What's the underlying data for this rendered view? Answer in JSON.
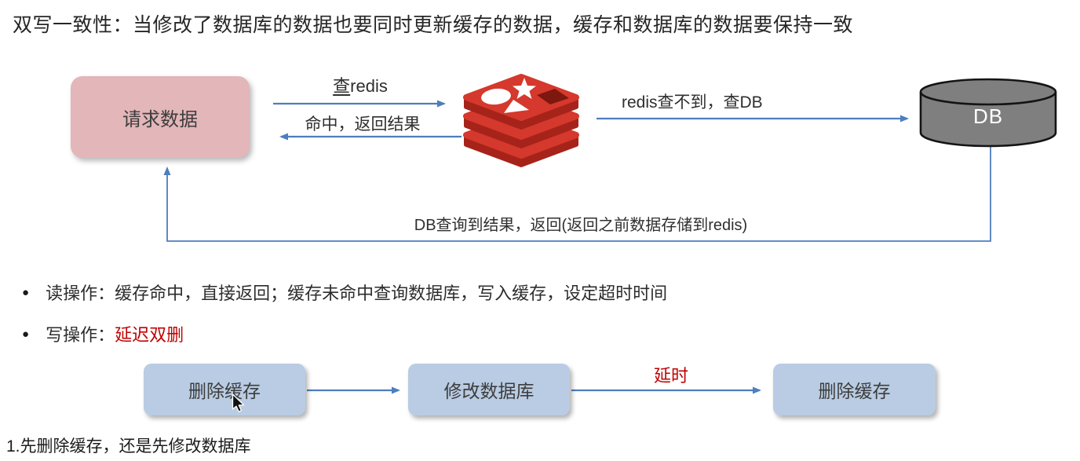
{
  "title": "双写一致性：当修改了数据库的数据也要同时更新缓存的数据，缓存和数据库的数据要保持一致",
  "top_flow": {
    "request_box_label": "请求数据",
    "arrow_query_label_head": "查",
    "arrow_query_label_tail": "redis",
    "arrow_hit_label": "命中，返回结果",
    "arrow_miss_label": "redis查不到，查DB",
    "db_label": "DB",
    "return_label": "DB查询到结果，返回(返回之前数据存储到redis)"
  },
  "bullets": {
    "read": {
      "marker": "●",
      "text": "读操作：缓存命中，直接返回；缓存未命中查询数据库，写入缓存，设定超时时间"
    },
    "write": {
      "marker": "●",
      "text": "写操作：",
      "highlight": "延迟双删"
    }
  },
  "bottom_flow": {
    "step1_label": "删除缓存",
    "step2_label": "修改数据库",
    "step3_label": "删除缓存",
    "delay_label": "延时"
  },
  "footnote": "1.先删除缓存，还是先修改数据库",
  "colors": {
    "arrow_blue": "#4d7ebd",
    "request_box_pink": "#e3b6b9",
    "flow_box_blue": "#b9cce3",
    "db_gray": "#7f7f7f",
    "redis_red": "#d5382c",
    "redis_dark_red": "#a6231a",
    "highlight_red": "#c00000"
  }
}
